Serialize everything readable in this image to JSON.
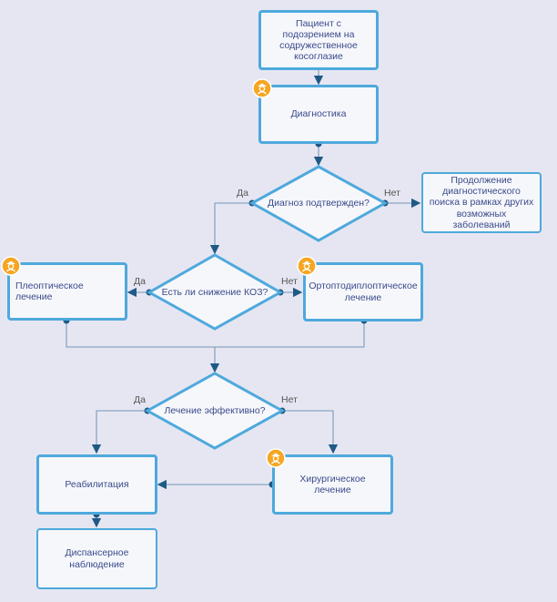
{
  "nodes": {
    "patient": "Пациент с подозрением на содружественное косоглазие",
    "diagnostics": "Диагностика",
    "continue_search": "Продолжение диагностического поиска в рамках других возможных заболеваний",
    "pleoptic": "Плеоптическое лечение",
    "orthopto": "Ортоптодиплоптическое лечение",
    "rehab": "Реабилитация",
    "surgery": "Хирургическое лечение",
    "dispensary": "Диспансерное наблюдение"
  },
  "decisions": {
    "diagnosis_confirmed": "Диагноз подтвержден?",
    "koz_decrease": "Есть ли снижение КОЗ?",
    "treatment_effective": "Лечение эффективно?"
  },
  "edge_labels": {
    "yes": "Да",
    "no": "Нет"
  },
  "colors": {
    "node_border": "#4ea9dc",
    "connector": "#8aa6c4",
    "dot": "#1f5a86",
    "badge": "#f5a623",
    "background": "#e6e6f2"
  },
  "icons": {
    "badge": "doctor-icon"
  }
}
